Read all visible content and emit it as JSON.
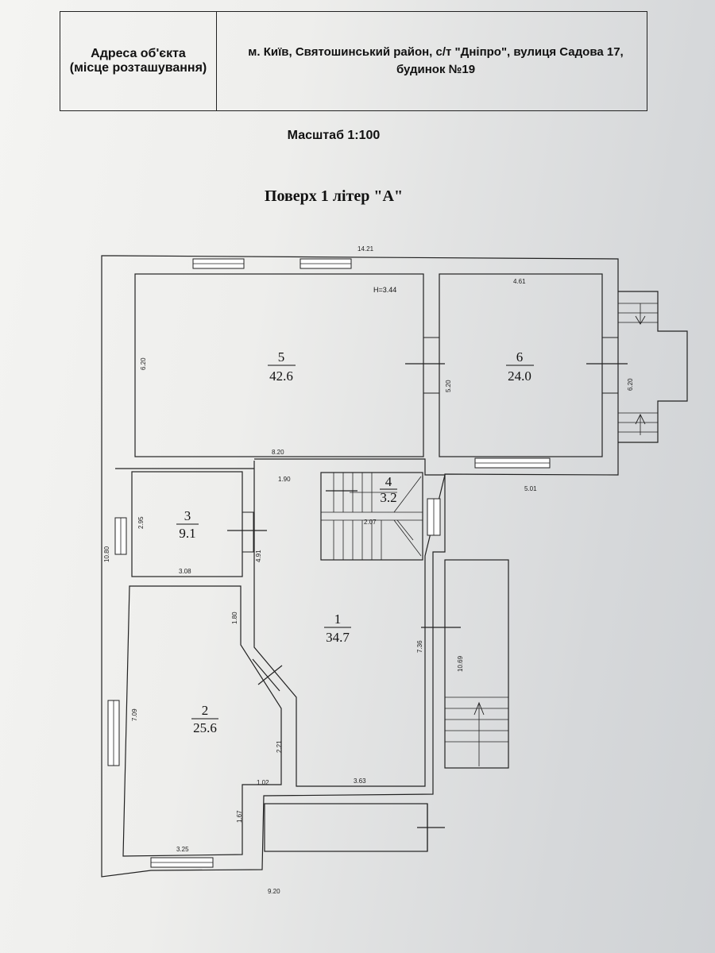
{
  "header": {
    "address_label_line1": "Адреса об'єкта",
    "address_label_line2": "(місце розташування)",
    "address_value_line1": "м. Київ, Святошинський район, с/т \"Дніпро\", вулиця Садова 17,",
    "address_value_line2": "будинок №19"
  },
  "scale": "Масштаб 1:100",
  "floor_title": "Поверх 1  літер \"А\"",
  "height_mark": "H=3.44",
  "rooms": [
    {
      "number": "1",
      "area": "34.7"
    },
    {
      "number": "2",
      "area": "25.6"
    },
    {
      "number": "3",
      "area": "9.1"
    },
    {
      "number": "4",
      "area": "3.2"
    },
    {
      "number": "5",
      "area": "42.6"
    },
    {
      "number": "6",
      "area": "24.0"
    }
  ],
  "dimensions": {
    "top_overall": "14.21",
    "room5_left": "6.20",
    "room5_bottom": "8.20",
    "room6_top": "4.61",
    "room6_left": "5.20",
    "room6_right": "6.20",
    "right_mid": "5.01",
    "corridor_top": "1.90",
    "stair": "2.07",
    "room3_left": "2.95",
    "room3_bottom": "3.08",
    "overall_left": "10.80",
    "room1_left": "4.91",
    "room1_wall_top": "1.80",
    "room1_right": "7.36",
    "porch_right": "10.69",
    "room2_left": "7.09",
    "room2_diag": "2.21",
    "room1_bottom": "3.63",
    "room2_notch": "1.02",
    "room2_notch_side": "1.67",
    "room2_bottom": "3.25",
    "bottom_overall": "9.20"
  }
}
